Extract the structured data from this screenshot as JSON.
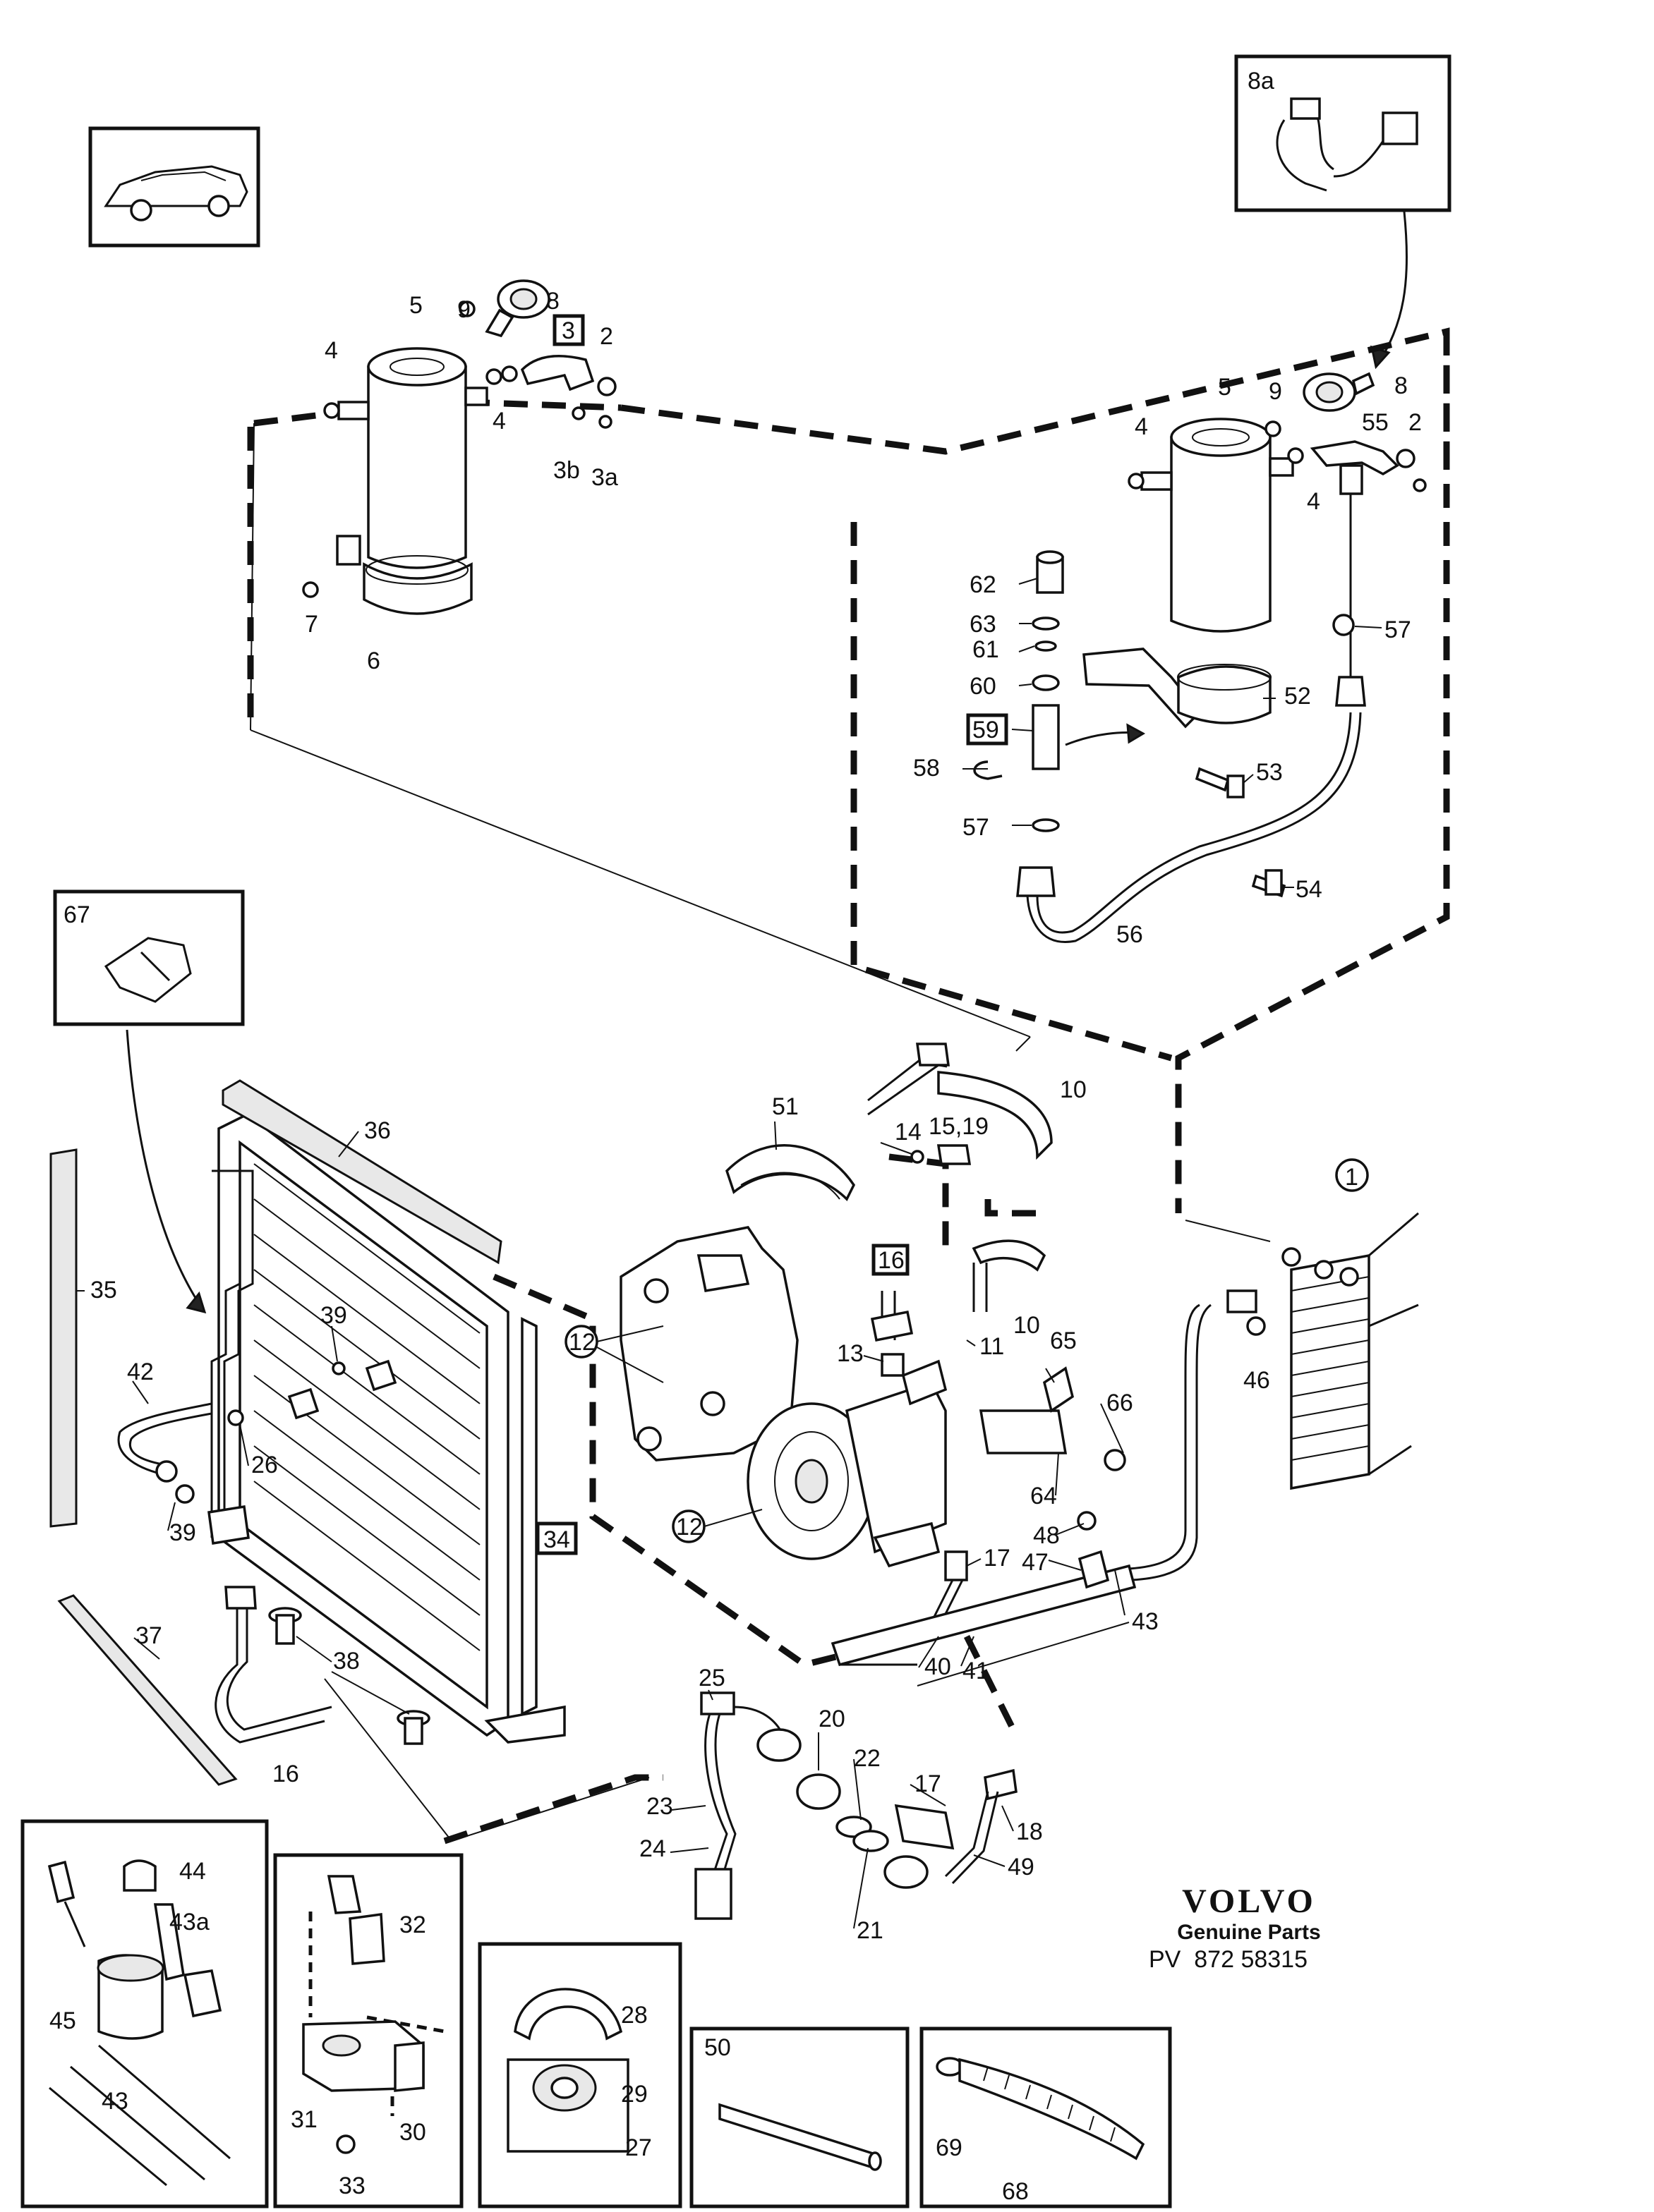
{
  "brand": {
    "name": "VOLVO",
    "subtitle": "Genuine Parts",
    "pv_prefix": "PV",
    "pv_number": "872 58315"
  },
  "callouts": {
    "c1": "1",
    "c2a": "2",
    "c2b": "2",
    "c3": "3",
    "c3a": "3a",
    "c3b": "3b",
    "c4a": "4",
    "c4b": "4",
    "c4c": "4",
    "c4d": "4",
    "c5a": "5",
    "c5b": "5",
    "c6": "6",
    "c7": "7",
    "c8a": "8",
    "c8b": "8",
    "c8box": "8a",
    "c9a": "9",
    "c9b": "9",
    "c10a": "10",
    "c10b": "10",
    "c11": "11",
    "c12a": "12",
    "c12b": "12",
    "c13": "13",
    "c14": "14",
    "c1519": "15,19",
    "c16a": "16",
    "c16b": "16",
    "c17a": "17",
    "c17b": "17",
    "c18": "18",
    "c20": "20",
    "c21": "21",
    "c22": "22",
    "c23": "23",
    "c24": "24",
    "c25": "25",
    "c26": "26",
    "c27": "27",
    "c28": "28",
    "c29": "29",
    "c30": "30",
    "c31": "31",
    "c32": "32",
    "c33": "33",
    "c34": "34",
    "c35": "35",
    "c36": "36",
    "c37": "37",
    "c38": "38",
    "c39a": "39",
    "c39b": "39",
    "c40": "40",
    "c41": "41",
    "c42": "42",
    "c43a": "43",
    "c43b": "43",
    "c43c": "43a",
    "c44": "44",
    "c45": "45",
    "c46": "46",
    "c47": "47",
    "c48": "48",
    "c49": "49",
    "c50": "50",
    "c51": "51",
    "c52": "52",
    "c53": "53",
    "c54": "54",
    "c55": "55",
    "c56": "56",
    "c57a": "57",
    "c57b": "57",
    "c58": "58",
    "c59": "59",
    "c60": "60",
    "c61": "61",
    "c62": "62",
    "c63": "63",
    "c64": "64",
    "c65": "65",
    "c66": "66",
    "c67": "67",
    "c68": "68",
    "c69": "69"
  }
}
